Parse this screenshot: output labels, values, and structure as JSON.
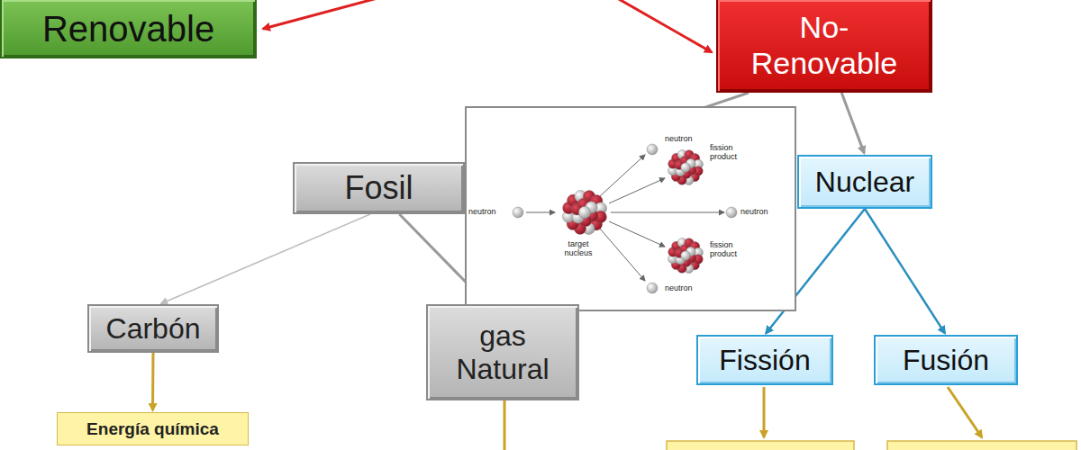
{
  "diagram": {
    "nodes": [
      {
        "text": [
          "Renovable"
        ]
      },
      {
        "text": [
          "No-Renovable"
        ]
      },
      {
        "text": [
          "Fosil"
        ]
      },
      {
        "text": [
          "Nuclear"
        ]
      },
      {
        "text": [
          "Carbón"
        ]
      },
      {
        "text": [
          "gas Natural"
        ]
      },
      {
        "text": [
          "Fissión"
        ]
      },
      {
        "text": [
          "Fusión"
        ]
      },
      {
        "text": [
          "Energía química"
        ]
      }
    ],
    "edges": [
      {
        "from": 1,
        "to": 2,
        "arrow": "to"
      },
      {
        "from": 1,
        "to": 3,
        "arrow": "to"
      },
      {
        "from": 2,
        "to": 4,
        "arrow": "to"
      },
      {
        "from": 2,
        "to": 5,
        "arrow": "to"
      },
      {
        "from": 3,
        "to": 6,
        "arrow": "to"
      },
      {
        "from": 3,
        "to": 7,
        "arrow": "to"
      },
      {
        "from": 4,
        "to": 8,
        "arrow": "to"
      }
    ],
    "labels": [
      "neutron",
      "fission product",
      "neutron",
      "neutron",
      "target nucleus",
      "fission product",
      "neutron"
    ]
  }
}
